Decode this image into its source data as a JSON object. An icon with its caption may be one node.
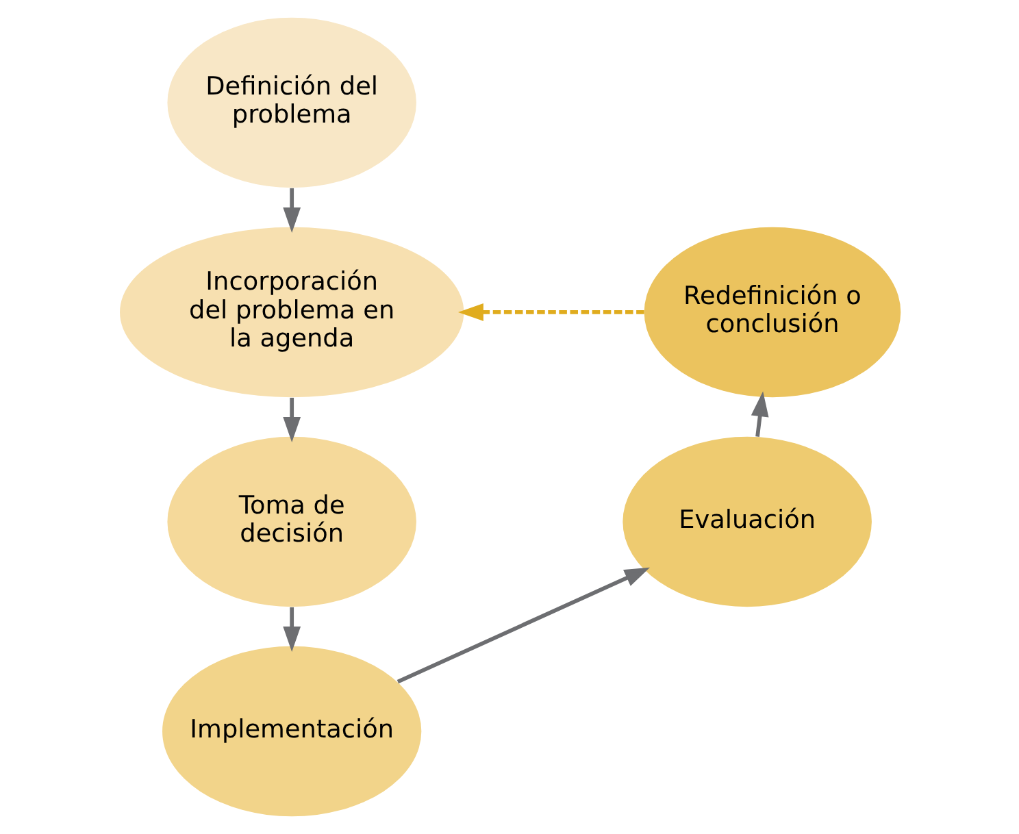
{
  "diagram": {
    "nodes": [
      {
        "text": [
          "Definición del problema"
        ]
      },
      {
        "text": [
          "Incorporación del problema en la agenda"
        ]
      },
      {
        "text": [
          "Toma de decisión"
        ]
      },
      {
        "text": [
          "Implementación"
        ]
      },
      {
        "text": [
          "Evaluación"
        ]
      },
      {
        "text": [
          "Redefinición o conclusión"
        ]
      }
    ],
    "edges": [
      {
        "from": 0,
        "to": 1,
        "arrow": "to"
      },
      {
        "from": 1,
        "to": 2,
        "arrow": "to"
      },
      {
        "from": 2,
        "to": 3,
        "arrow": "to"
      },
      {
        "from": 3,
        "to": 4,
        "arrow": "to"
      },
      {
        "from": 4,
        "to": 5,
        "arrow": "to"
      },
      {
        "from": 5,
        "to": 1,
        "arrow": "to",
        "style": "dashed",
        "color": "#e0ac1e"
      }
    ]
  }
}
